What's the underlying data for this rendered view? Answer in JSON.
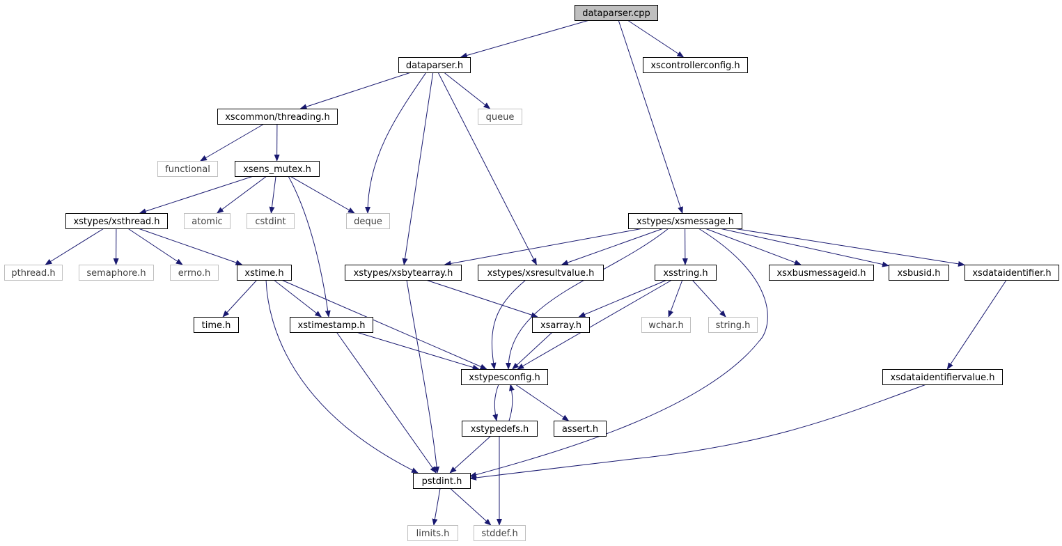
{
  "colors": {
    "edge": "#191970",
    "node_border": "#000000",
    "node_border_external": "#bfbfbf",
    "node_text": "#000000",
    "node_text_external": "#3f3f3f",
    "root_fill": "#bfbfbf",
    "node_fill": "#ffffff"
  },
  "nodes": [
    {
      "id": "dataparser_cpp",
      "label": "dataparser.cpp",
      "kind": "root"
    },
    {
      "id": "dataparser_h",
      "label": "dataparser.h",
      "kind": "file"
    },
    {
      "id": "xscontrollerconfig_h",
      "label": "xscontrollerconfig.h",
      "kind": "file"
    },
    {
      "id": "threading_h",
      "label": "xscommon/threading.h",
      "kind": "file"
    },
    {
      "id": "queue",
      "label": "queue",
      "kind": "external"
    },
    {
      "id": "functional",
      "label": "functional",
      "kind": "external"
    },
    {
      "id": "xsens_mutex_h",
      "label": "xsens_mutex.h",
      "kind": "file"
    },
    {
      "id": "xsthread_h",
      "label": "xstypes/xsthread.h",
      "kind": "file"
    },
    {
      "id": "atomic",
      "label": "atomic",
      "kind": "external"
    },
    {
      "id": "cstdint",
      "label": "cstdint",
      "kind": "external"
    },
    {
      "id": "deque",
      "label": "deque",
      "kind": "external"
    },
    {
      "id": "xsmessage_h",
      "label": "xstypes/xsmessage.h",
      "kind": "file"
    },
    {
      "id": "pthread_h",
      "label": "pthread.h",
      "kind": "external"
    },
    {
      "id": "semaphore_h",
      "label": "semaphore.h",
      "kind": "external"
    },
    {
      "id": "errno_h",
      "label": "errno.h",
      "kind": "external"
    },
    {
      "id": "xstime_h",
      "label": "xstime.h",
      "kind": "file"
    },
    {
      "id": "xsbytearray_h",
      "label": "xstypes/xsbytearray.h",
      "kind": "file"
    },
    {
      "id": "xsresultvalue_h",
      "label": "xstypes/xsresultvalue.h",
      "kind": "file"
    },
    {
      "id": "xsstring_h",
      "label": "xsstring.h",
      "kind": "file"
    },
    {
      "id": "xsxbusmessageid_h",
      "label": "xsxbusmessageid.h",
      "kind": "file"
    },
    {
      "id": "xsbusid_h",
      "label": "xsbusid.h",
      "kind": "file"
    },
    {
      "id": "xsdataidentifier_h",
      "label": "xsdataidentifier.h",
      "kind": "file"
    },
    {
      "id": "time_h",
      "label": "time.h",
      "kind": "file"
    },
    {
      "id": "xstimestamp_h",
      "label": "xstimestamp.h",
      "kind": "file"
    },
    {
      "id": "xsarray_h",
      "label": "xsarray.h",
      "kind": "file"
    },
    {
      "id": "wchar_h",
      "label": "wchar.h",
      "kind": "external"
    },
    {
      "id": "string_h",
      "label": "string.h",
      "kind": "external"
    },
    {
      "id": "xstypesconfig_h",
      "label": "xstypesconfig.h",
      "kind": "file"
    },
    {
      "id": "xsdataidentifiervalue_h",
      "label": "xsdataidentifiervalue.h",
      "kind": "file"
    },
    {
      "id": "xstypedefs_h",
      "label": "xstypedefs.h",
      "kind": "file"
    },
    {
      "id": "assert_h",
      "label": "assert.h",
      "kind": "file"
    },
    {
      "id": "pstdint_h",
      "label": "pstdint.h",
      "kind": "file"
    },
    {
      "id": "limits_h",
      "label": "limits.h",
      "kind": "external"
    },
    {
      "id": "stddef_h",
      "label": "stddef.h",
      "kind": "external"
    }
  ],
  "edges": [
    {
      "from": "dataparser_cpp",
      "to": "dataparser_h"
    },
    {
      "from": "dataparser_cpp",
      "to": "xscontrollerconfig_h"
    },
    {
      "from": "dataparser_cpp",
      "to": "xsmessage_h"
    },
    {
      "from": "dataparser_h",
      "to": "threading_h"
    },
    {
      "from": "dataparser_h",
      "to": "queue"
    },
    {
      "from": "dataparser_h",
      "to": "deque"
    },
    {
      "from": "dataparser_h",
      "to": "xsbytearray_h"
    },
    {
      "from": "dataparser_h",
      "to": "xsresultvalue_h"
    },
    {
      "from": "threading_h",
      "to": "functional"
    },
    {
      "from": "threading_h",
      "to": "xsens_mutex_h"
    },
    {
      "from": "xsens_mutex_h",
      "to": "xsthread_h"
    },
    {
      "from": "xsens_mutex_h",
      "to": "atomic"
    },
    {
      "from": "xsens_mutex_h",
      "to": "cstdint"
    },
    {
      "from": "xsens_mutex_h",
      "to": "deque"
    },
    {
      "from": "xsens_mutex_h",
      "to": "xstimestamp_h"
    },
    {
      "from": "xsthread_h",
      "to": "pthread_h"
    },
    {
      "from": "xsthread_h",
      "to": "semaphore_h"
    },
    {
      "from": "xsthread_h",
      "to": "errno_h"
    },
    {
      "from": "xsthread_h",
      "to": "xstime_h"
    },
    {
      "from": "xstime_h",
      "to": "time_h"
    },
    {
      "from": "xstime_h",
      "to": "xstimestamp_h"
    },
    {
      "from": "xstime_h",
      "to": "xstypesconfig_h"
    },
    {
      "from": "xstime_h",
      "to": "pstdint_h"
    },
    {
      "from": "xstimestamp_h",
      "to": "xstypesconfig_h"
    },
    {
      "from": "xstimestamp_h",
      "to": "pstdint_h"
    },
    {
      "from": "xsmessage_h",
      "to": "xsbytearray_h"
    },
    {
      "from": "xsmessage_h",
      "to": "xsresultvalue_h"
    },
    {
      "from": "xsmessage_h",
      "to": "xstypesconfig_h"
    },
    {
      "from": "xsmessage_h",
      "to": "xsstring_h"
    },
    {
      "from": "xsmessage_h",
      "to": "xsxbusmessageid_h"
    },
    {
      "from": "xsmessage_h",
      "to": "xsbusid_h"
    },
    {
      "from": "xsmessage_h",
      "to": "xsdataidentifier_h"
    },
    {
      "from": "xsmessage_h",
      "to": "pstdint_h"
    },
    {
      "from": "xsbytearray_h",
      "to": "xsarray_h"
    },
    {
      "from": "xsbytearray_h",
      "to": "pstdint_h"
    },
    {
      "from": "xsresultvalue_h",
      "to": "xstypesconfig_h"
    },
    {
      "from": "xsstring_h",
      "to": "xsarray_h"
    },
    {
      "from": "xsstring_h",
      "to": "wchar_h"
    },
    {
      "from": "xsstring_h",
      "to": "string_h"
    },
    {
      "from": "xsstring_h",
      "to": "xstypesconfig_h"
    },
    {
      "from": "xsarray_h",
      "to": "xstypesconfig_h"
    },
    {
      "from": "xsdataidentifier_h",
      "to": "xsdataidentifiervalue_h"
    },
    {
      "from": "xsdataidentifiervalue_h",
      "to": "pstdint_h"
    },
    {
      "from": "xstypesconfig_h",
      "to": "xstypedefs_h"
    },
    {
      "from": "xstypesconfig_h",
      "to": "assert_h"
    },
    {
      "from": "xstypedefs_h",
      "to": "xstypesconfig_h"
    },
    {
      "from": "xstypedefs_h",
      "to": "pstdint_h"
    },
    {
      "from": "xstypedefs_h",
      "to": "stddef_h"
    },
    {
      "from": "pstdint_h",
      "to": "limits_h"
    },
    {
      "from": "pstdint_h",
      "to": "stddef_h"
    }
  ]
}
